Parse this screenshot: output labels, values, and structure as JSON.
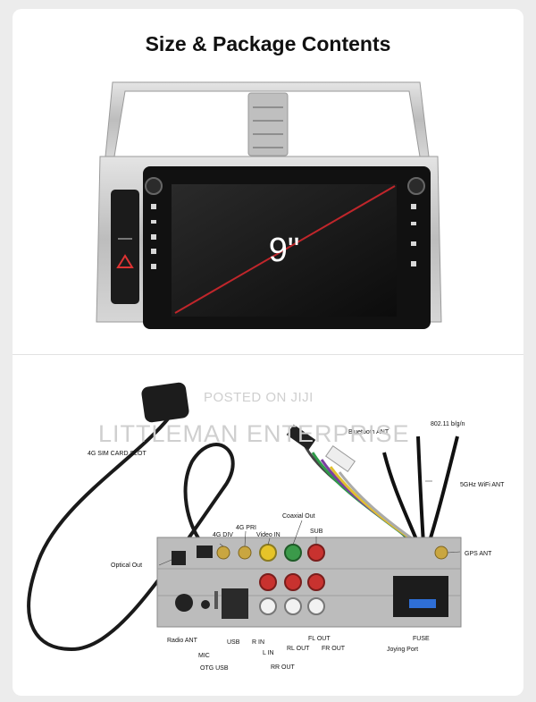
{
  "title": "Size & Package Contents",
  "screen_size_label": "9\"",
  "watermark": {
    "line1": "POSTED ON JIJI",
    "line2": "LITTLEMAN ENTERPRISE"
  },
  "labels": {
    "sim_slot": "4G SIM CARD SLOT",
    "optical_out": "Optical Out",
    "div_4g": "4G DIV",
    "pri_4g": "4G PRI",
    "video_in": "Video IN",
    "coaxial_out": "Coaxial Out",
    "sub": "SUB",
    "bluetooth_ant": "Bluetooth ANT",
    "wifi_80211": "802.11 b/g/n",
    "wifi_5ghz": "5GHz WiFi ANT",
    "gps_ant": "GPS ANT",
    "radio_ant": "Radio ANT",
    "usb": "USB",
    "r_in": "R IN",
    "l_in": "L IN",
    "rl_out": "RL OUT",
    "fl_out": "FL OUT",
    "fr_out": "FR OUT",
    "rr_out": "RR OUT",
    "mic": "MIC",
    "otg_usb": "OTG USB",
    "fuse": "FUSE",
    "joying_port": "Joying Port"
  },
  "colors": {
    "bezel_silver": "#c9c9c9",
    "screen_black": "#141414",
    "diagonal_red": "#c0262b",
    "rca_white": "#f2f2f2",
    "rca_red": "#c8322f",
    "rca_yellow": "#e6c429",
    "rca_green": "#3b9a4a",
    "fuse_blue": "#2f6fd6"
  }
}
